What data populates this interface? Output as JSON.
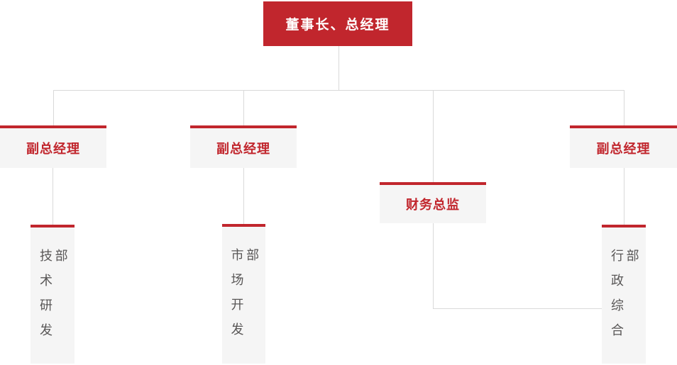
{
  "chart": {
    "type": "org-chart",
    "root": {
      "label": "董事长、总经理"
    },
    "level2": [
      {
        "id": "vp-left",
        "label": "副总经理"
      },
      {
        "id": "vp-mid",
        "label": "副总经理"
      },
      {
        "id": "cfo",
        "label": "财务总监"
      },
      {
        "id": "vp-right",
        "label": "副总经理"
      }
    ],
    "level3": [
      {
        "id": "dept-tech",
        "label": "技术研发部"
      },
      {
        "id": "dept-market",
        "label": "市场开发部"
      },
      {
        "id": "dept-admin",
        "label": "行政综合部"
      }
    ],
    "colors": {
      "accent_red": "#c1262d",
      "node_background": "#f5f5f5",
      "connector_line": "#d9d9d9",
      "root_text": "#ffffff",
      "level2_text": "#c1262d",
      "dept_text": "#595757"
    }
  }
}
